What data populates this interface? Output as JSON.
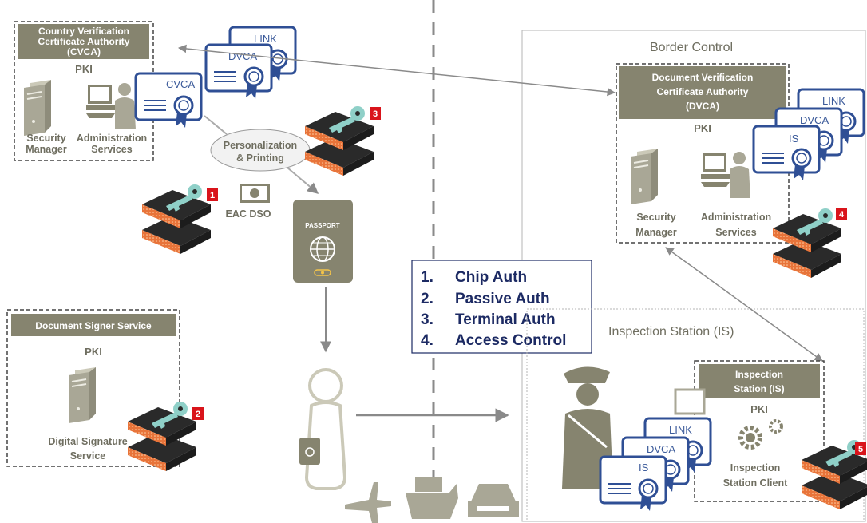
{
  "cvca": {
    "title": [
      "Country Verification",
      "Certificate Authority",
      "(CVCA)"
    ],
    "pki": "PKI",
    "security_manager": [
      "Security",
      "Manager"
    ],
    "admin_services": [
      "Administration",
      "Services"
    ]
  },
  "personalization": [
    "Personalization",
    "& Printing"
  ],
  "eac_dso": "EAC DSO",
  "passport_label": "PASSPORT",
  "doc_signer": {
    "title": "Document Signer Service",
    "pki": "PKI",
    "service": [
      "Digital Signature",
      "Service"
    ]
  },
  "border_control": "Border Control",
  "dvca": {
    "title": [
      "Document Verification",
      "Certificate Authority",
      "(DVCA)"
    ],
    "pki": "PKI",
    "security_manager": [
      "Security",
      "Manager"
    ],
    "admin_services": [
      "Administration",
      "Services"
    ]
  },
  "auth_list": [
    {
      "n": "1.",
      "label": "Chip Auth"
    },
    {
      "n": "2.",
      "label": "Passive Auth"
    },
    {
      "n": "3.",
      "label": "Terminal Auth"
    },
    {
      "n": "4.",
      "label": "Access Control"
    }
  ],
  "inspection_region": "Inspection Station (IS)",
  "is_box": {
    "title": [
      "Inspection",
      "Station (IS)"
    ],
    "pki": "PKI",
    "client": [
      "Inspection",
      "Station Client"
    ]
  },
  "certs": {
    "link": "LINK",
    "dvca": "DVCA",
    "cvca": "CVCA",
    "is": "IS"
  },
  "hsm_numbers": [
    "1",
    "2",
    "3",
    "4",
    "5"
  ],
  "colors": {
    "olive": "#86846f",
    "cert_blue": "#2f4f95",
    "badge_red": "#d9141b",
    "hsm_orange": "#e8743a"
  }
}
